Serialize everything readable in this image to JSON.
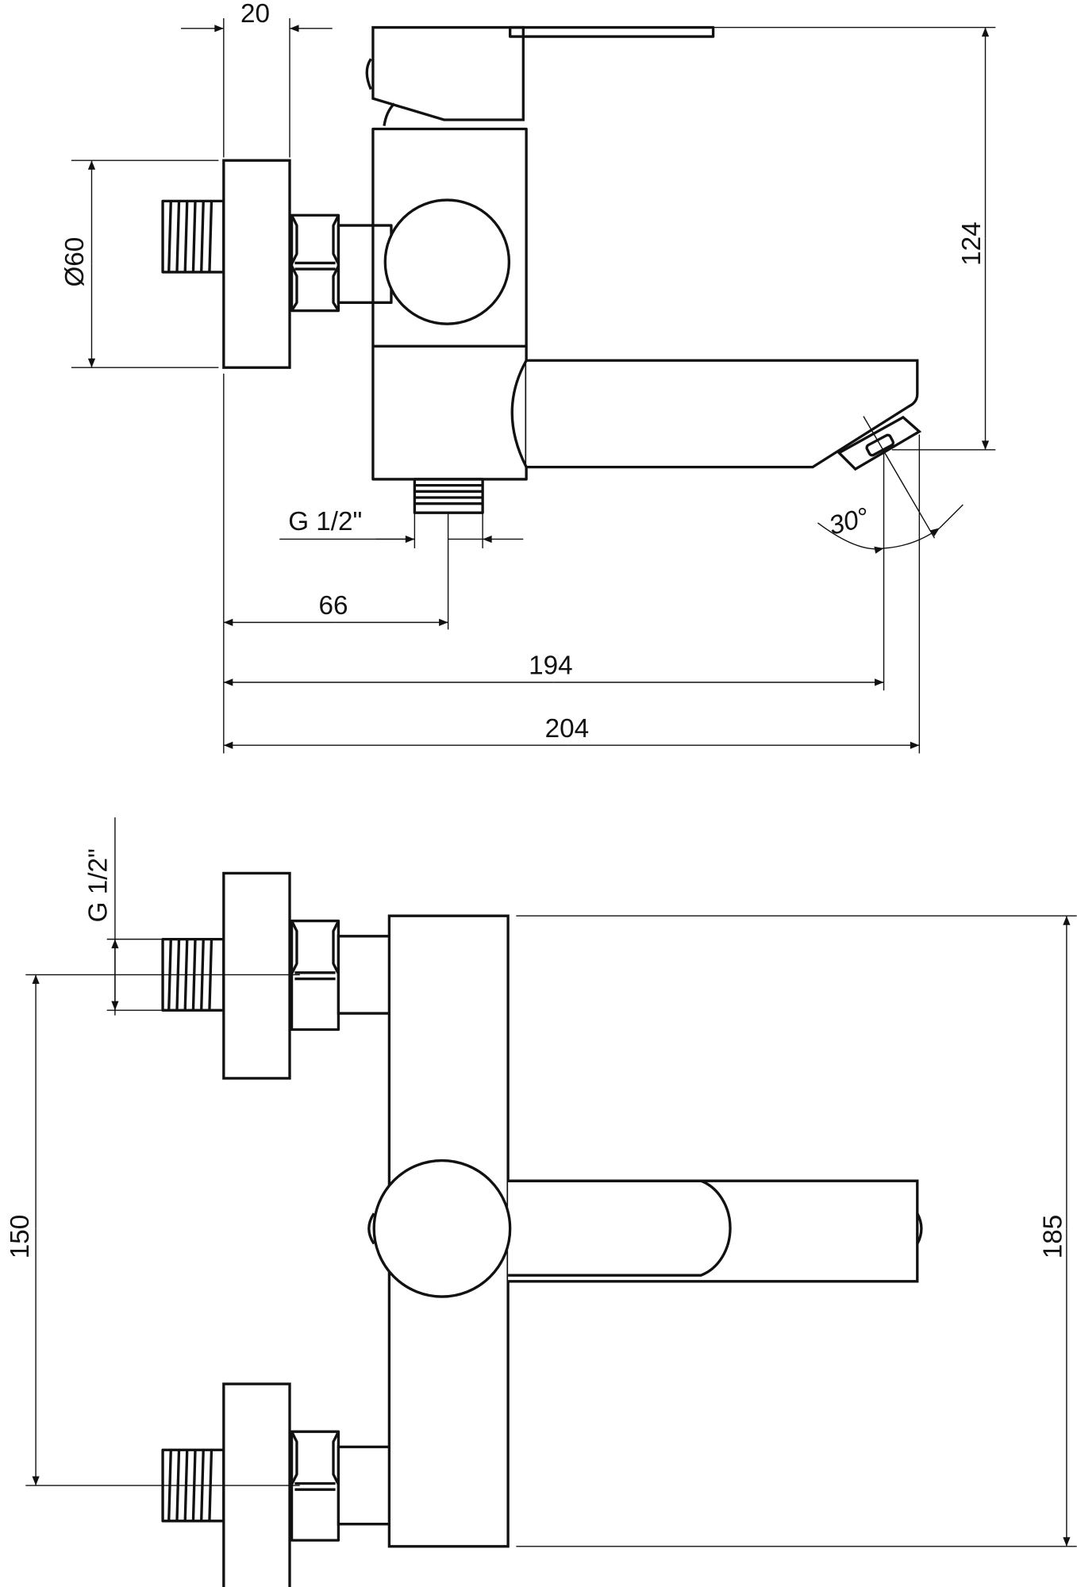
{
  "title": "Bath mixer technical drawing",
  "views": {
    "side_view": {
      "dimensions": {
        "flange_thickness": "20",
        "flange_diameter": "Ø60",
        "height": "124",
        "outlet_thread": "G 1/2\"",
        "outlet_offset": "66",
        "spout_reach": "194",
        "total_depth": "204",
        "aerator_angle": "30°"
      }
    },
    "front_view": {
      "dimensions": {
        "inlet_thread": "G 1/2\"",
        "inlet_spacing": "150",
        "body_height": "185"
      }
    }
  },
  "colors": {
    "line": "#111111",
    "background": "#ffffff"
  }
}
